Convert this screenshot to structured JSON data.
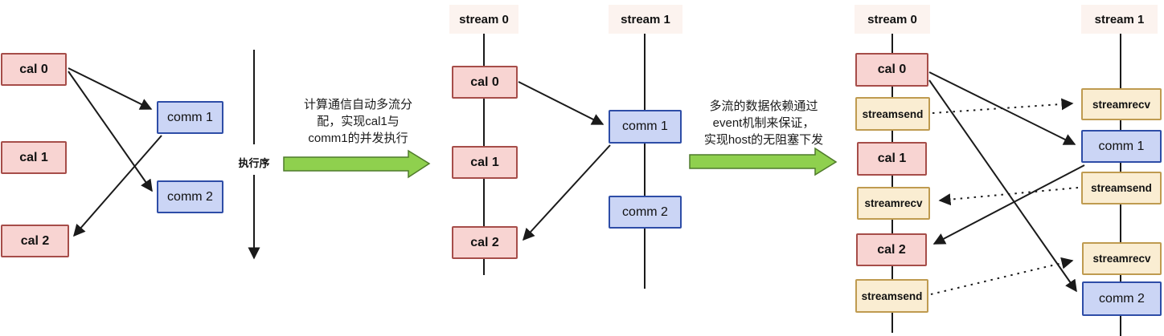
{
  "p1": {
    "cal0": "cal 0",
    "cal1": "cal 1",
    "cal2": "cal 2",
    "comm1": "comm 1",
    "comm2": "comm 2",
    "exec_label": "执行序"
  },
  "t1": {
    "lines": [
      "计算通信自动多流分",
      "配，实现cal1与",
      "comm1的并发执行"
    ]
  },
  "p2": {
    "stream0": "stream 0",
    "stream1": "stream 1",
    "cal0": "cal 0",
    "cal1": "cal 1",
    "cal2": "cal 2",
    "comm1": "comm 1",
    "comm2": "comm 2"
  },
  "t2": {
    "lines": [
      "多流的数据依赖通过",
      "event机制来保证，",
      "实现host的无阻塞下发"
    ]
  },
  "p3": {
    "stream0": "stream 0",
    "stream1": "stream 1",
    "s0": [
      "cal 0",
      "streamsend",
      "cal 1",
      "streamrecv",
      "cal 2",
      "streamsend"
    ],
    "s1": [
      "streamrecv",
      "comm 1",
      "streamsend",
      "streamrecv",
      "comm 2"
    ]
  },
  "colors": {
    "cal_fill": "#F8D4D2",
    "cal_border": "#A64D49",
    "comm_fill": "#CBD5F5",
    "comm_border": "#2E4DA7",
    "stream_op_fill": "#FAEDD2",
    "stream_op_border": "#BF9B50",
    "stream_header_bg": "#FCF3EF",
    "transition_arrow_fill": "#8FD04E",
    "transition_arrow_border": "#4F7A2B",
    "connector": "#1A1A1A"
  }
}
